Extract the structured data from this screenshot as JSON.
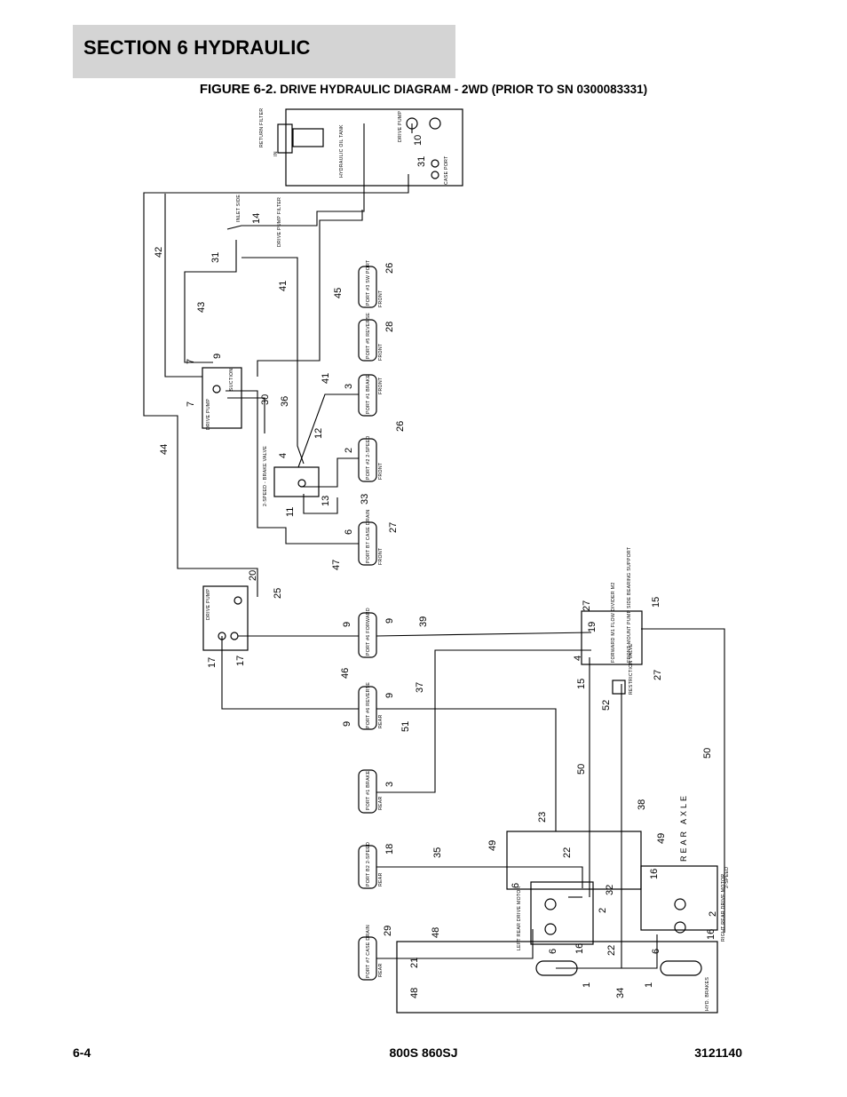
{
  "header": {
    "section": "SECTION 6   HYDRAULIC"
  },
  "figure": {
    "number": "FIGURE 6-2.",
    "title": "DRIVE HYDRAULIC DIAGRAM - 2WD (PRIOR TO SN 0300083331)"
  },
  "diagram": {
    "components": {
      "hydraulic_oil_tank": "HYDRAULIC OIL TANK",
      "return_filter": "RETURN FILTER",
      "in": "IN",
      "drive_pump_port": "DRIVE PUMP",
      "case_port": "CASE PORT",
      "inlet_side": "INLET SIDE",
      "drive_pump_filter": "DRIVE PUMP FILTER",
      "drive_pump": "DRIVE PUMP",
      "suction": "SUCTION",
      "two_speed_brake_valve": "2-SPEED - BRAKE VALVE",
      "port_a3": "PORT #3 SW PORT",
      "port_a5": "PORT #5 REVERSE",
      "port_a1_brake": "PORT #1 BRAKE",
      "port_a2_2speed": "PORT #2 2-SPEED",
      "port_b7_case_drain": "PORT B7 CASE DRAIN",
      "port_b6_forward": "PORT #6 FORWARD",
      "port_b6_reverse": "PORT #6 REVERSE",
      "port_b1_brake_rear": "PORT #1 BRAKE",
      "port_b2_2speed_rear": "PORT B2 2-SPEED",
      "port_b7_case_drain_rear": "PORT #7 CASE DRAIN",
      "front": "FRONT",
      "rear": "REAR",
      "flow_divider": "FORWARD M1 FLOW DIVIDER M2",
      "front_mount": "FRONT MOUNT PUMP SIDE BEARING SUPPORT",
      "restriction_valve": "RESTRICTION VALVE",
      "rear_axle": "REAR AXLE",
      "left_rear_drive_motor": "LEFT REAR DRIVE MOTOR",
      "right_rear_drive_motor": "RIGHT REAR DRIVE MOTOR",
      "two_speed": "2-SPEED",
      "hyd_brakes": "HYD. BRAKES"
    },
    "callouts": [
      "10",
      "31",
      "14",
      "31",
      "41",
      "42",
      "43",
      "45",
      "26",
      "28",
      "9",
      "7",
      "7",
      "3",
      "41",
      "30",
      "36",
      "12",
      "4",
      "26",
      "2",
      "11",
      "13",
      "33",
      "44",
      "6",
      "27",
      "47",
      "20",
      "25",
      "9",
      "9",
      "39",
      "17",
      "17",
      "46",
      "9",
      "9",
      "37",
      "51",
      "3",
      "27",
      "15",
      "19",
      "4",
      "15",
      "27",
      "52",
      "50",
      "38",
      "23",
      "49",
      "49",
      "18",
      "35",
      "22",
      "16",
      "6",
      "2",
      "32",
      "16",
      "2",
      "29",
      "48",
      "6",
      "16",
      "22",
      "21",
      "48",
      "1",
      "34",
      "1",
      "6",
      "50"
    ]
  },
  "footer": {
    "page": "6-4",
    "model": "800S 860SJ",
    "doc_number": "3121140"
  }
}
